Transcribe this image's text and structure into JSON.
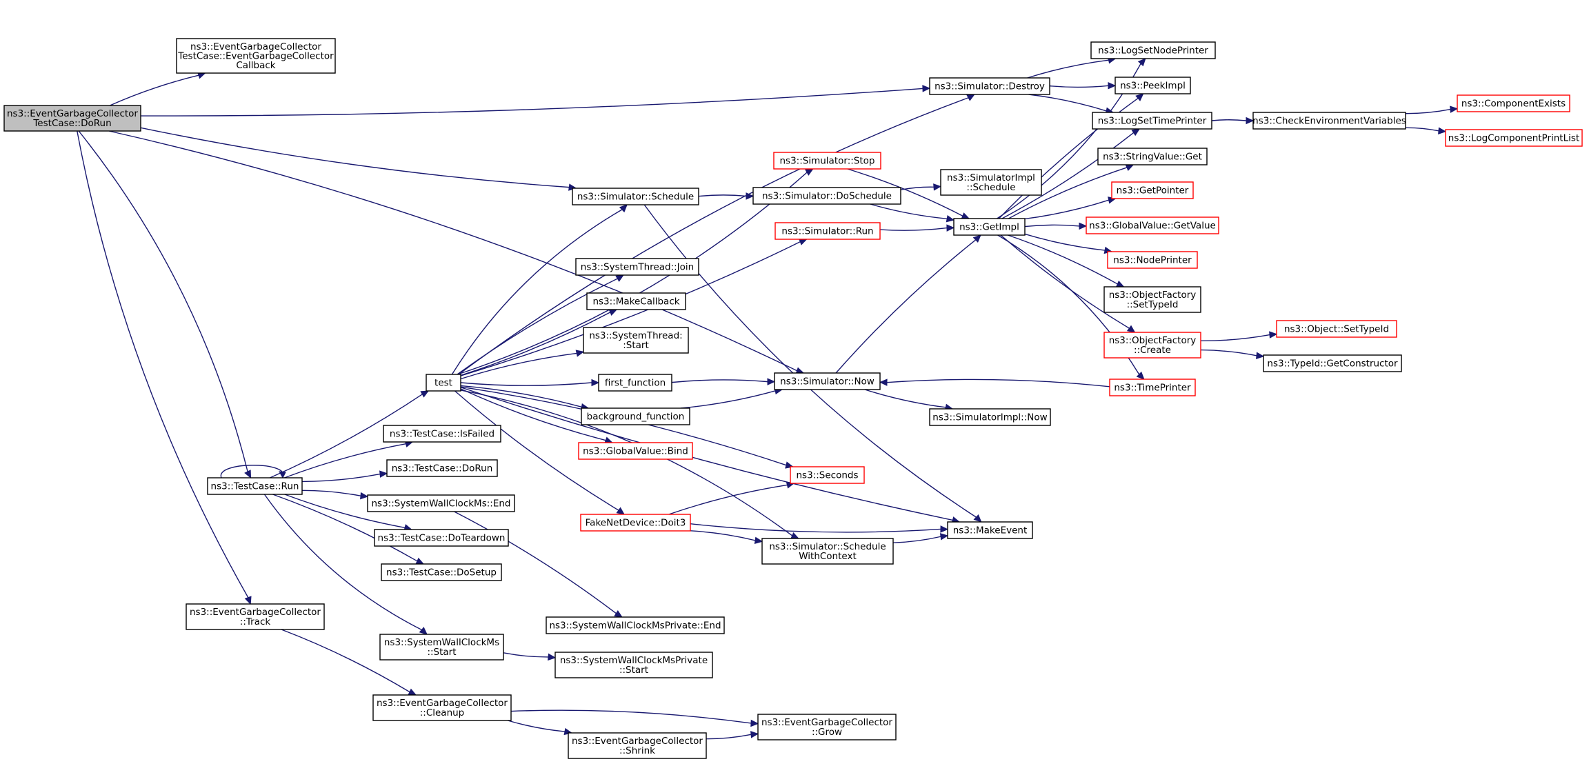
{
  "graph": {
    "colors": {
      "edge": "#191970",
      "node_border": "#000000",
      "node_border_incomplete": "#ff0000",
      "root_fill": "#bfbfbf",
      "background": "#ffffff"
    },
    "nodes": [
      {
        "id": "dorun",
        "lines": [
          "ns3::EventGarbageCollector",
          "TestCase::DoRun"
        ],
        "style": "root"
      },
      {
        "id": "callback",
        "lines": [
          "ns3::EventGarbageCollector",
          "TestCase::EventGarbageCollector",
          "Callback"
        ],
        "style": "normal"
      },
      {
        "id": "tc_run",
        "lines": [
          "ns3::TestCase::Run"
        ],
        "style": "normal"
      },
      {
        "id": "egc_track",
        "lines": [
          "ns3::EventGarbageCollector",
          "::Track"
        ],
        "style": "normal"
      },
      {
        "id": "test",
        "lines": [
          "test"
        ],
        "style": "normal"
      },
      {
        "id": "tc_isfailed",
        "lines": [
          "ns3::TestCase::IsFailed"
        ],
        "style": "normal"
      },
      {
        "id": "tc_dorun",
        "lines": [
          "ns3::TestCase::DoRun"
        ],
        "style": "normal"
      },
      {
        "id": "swc_end",
        "lines": [
          "ns3::SystemWallClockMs::End"
        ],
        "style": "normal"
      },
      {
        "id": "tc_teardown",
        "lines": [
          "ns3::TestCase::DoTeardown"
        ],
        "style": "normal"
      },
      {
        "id": "tc_setup",
        "lines": [
          "ns3::TestCase::DoSetup"
        ],
        "style": "normal"
      },
      {
        "id": "swc_start",
        "lines": [
          "ns3::SystemWallClockMs",
          "::Start"
        ],
        "style": "normal"
      },
      {
        "id": "egc_cleanup",
        "lines": [
          "ns3::EventGarbageCollector",
          "::Cleanup"
        ],
        "style": "normal"
      },
      {
        "id": "egc_shrink",
        "lines": [
          "ns3::EventGarbageCollector",
          "::Shrink"
        ],
        "style": "normal"
      },
      {
        "id": "egc_grow",
        "lines": [
          "ns3::EventGarbageCollector",
          "::Grow"
        ],
        "style": "normal"
      },
      {
        "id": "swcp_end",
        "lines": [
          "ns3::SystemWallClockMsPrivate::End"
        ],
        "style": "normal"
      },
      {
        "id": "swcp_start",
        "lines": [
          "ns3::SystemWallClockMsPrivate",
          "::Start"
        ],
        "style": "normal"
      },
      {
        "id": "sim_schedule",
        "lines": [
          "ns3::Simulator::Schedule"
        ],
        "style": "normal"
      },
      {
        "id": "st_join",
        "lines": [
          "ns3::SystemThread::Join"
        ],
        "style": "normal"
      },
      {
        "id": "makecallback",
        "lines": [
          "ns3::MakeCallback"
        ],
        "style": "normal"
      },
      {
        "id": "st_start",
        "lines": [
          "ns3::SystemThread:",
          ":Start"
        ],
        "style": "normal"
      },
      {
        "id": "first_fn",
        "lines": [
          "first_function"
        ],
        "style": "normal"
      },
      {
        "id": "bg_fn",
        "lines": [
          "background_function"
        ],
        "style": "normal"
      },
      {
        "id": "gv_bind",
        "lines": [
          "ns3::GlobalValue::Bind"
        ],
        "style": "red"
      },
      {
        "id": "fnd_doit3",
        "lines": [
          "FakeNetDevice::Doit3"
        ],
        "style": "red"
      },
      {
        "id": "sim_stop",
        "lines": [
          "ns3::Simulator::Stop"
        ],
        "style": "red"
      },
      {
        "id": "sim_run",
        "lines": [
          "ns3::Simulator::Run"
        ],
        "style": "red"
      },
      {
        "id": "sim_doschedule",
        "lines": [
          "ns3::Simulator::DoSchedule"
        ],
        "style": "normal"
      },
      {
        "id": "sim_now",
        "lines": [
          "ns3::Simulator::Now"
        ],
        "style": "normal"
      },
      {
        "id": "seconds",
        "lines": [
          "ns3::Seconds"
        ],
        "style": "red"
      },
      {
        "id": "sim_swc",
        "lines": [
          "ns3::Simulator::Schedule",
          "WithContext"
        ],
        "style": "normal"
      },
      {
        "id": "sim_destroy",
        "lines": [
          "ns3::Simulator::Destroy"
        ],
        "style": "normal"
      },
      {
        "id": "simimpl_schedule",
        "lines": [
          "ns3::SimulatorImpl",
          "::Schedule"
        ],
        "style": "normal"
      },
      {
        "id": "getimpl",
        "lines": [
          "ns3::GetImpl"
        ],
        "style": "normal"
      },
      {
        "id": "simimpl_now",
        "lines": [
          "ns3::SimulatorImpl::Now"
        ],
        "style": "normal"
      },
      {
        "id": "makeevent",
        "lines": [
          "ns3::MakeEvent"
        ],
        "style": "normal"
      },
      {
        "id": "logsetnodeprinter",
        "lines": [
          "ns3::LogSetNodePrinter"
        ],
        "style": "normal"
      },
      {
        "id": "peekimpl",
        "lines": [
          "ns3::PeekImpl"
        ],
        "style": "normal"
      },
      {
        "id": "logsettimeprinter",
        "lines": [
          "ns3::LogSetTimePrinter"
        ],
        "style": "normal"
      },
      {
        "id": "stringvalue_get",
        "lines": [
          "ns3::StringValue::Get"
        ],
        "style": "normal"
      },
      {
        "id": "getpointer",
        "lines": [
          "ns3::GetPointer"
        ],
        "style": "red"
      },
      {
        "id": "gv_getvalue",
        "lines": [
          "ns3::GlobalValue::GetValue"
        ],
        "style": "red"
      },
      {
        "id": "nodeprinter",
        "lines": [
          "ns3::NodePrinter"
        ],
        "style": "red"
      },
      {
        "id": "of_settypeid",
        "lines": [
          "ns3::ObjectFactory",
          "::SetTypeId"
        ],
        "style": "normal"
      },
      {
        "id": "of_create",
        "lines": [
          "ns3::ObjectFactory",
          "::Create"
        ],
        "style": "red"
      },
      {
        "id": "timeprinter",
        "lines": [
          "ns3::TimePrinter"
        ],
        "style": "red"
      },
      {
        "id": "checkenv",
        "lines": [
          "ns3::CheckEnvironmentVariables"
        ],
        "style": "normal"
      },
      {
        "id": "compexists",
        "lines": [
          "ns3::ComponentExists"
        ],
        "style": "red"
      },
      {
        "id": "logcomplist",
        "lines": [
          "ns3::LogComponentPrintList"
        ],
        "style": "red"
      },
      {
        "id": "obj_settypeid",
        "lines": [
          "ns3::Object::SetTypeId"
        ],
        "style": "red"
      },
      {
        "id": "typeid_getctor",
        "lines": [
          "ns3::TypeId::GetConstructor"
        ],
        "style": "normal"
      }
    ],
    "edges": [
      [
        "dorun",
        "callback"
      ],
      [
        "dorun",
        "sim_destroy"
      ],
      [
        "dorun",
        "sim_now"
      ],
      [
        "dorun",
        "sim_schedule"
      ],
      [
        "dorun",
        "tc_run"
      ],
      [
        "dorun",
        "egc_track"
      ],
      [
        "tc_run",
        "tc_run"
      ],
      [
        "tc_run",
        "test"
      ],
      [
        "tc_run",
        "tc_isfailed"
      ],
      [
        "tc_run",
        "tc_dorun"
      ],
      [
        "tc_run",
        "swc_end"
      ],
      [
        "tc_run",
        "tc_teardown"
      ],
      [
        "tc_run",
        "tc_setup"
      ],
      [
        "tc_run",
        "swc_start"
      ],
      [
        "egc_track",
        "egc_cleanup"
      ],
      [
        "egc_cleanup",
        "egc_shrink"
      ],
      [
        "egc_cleanup",
        "egc_grow"
      ],
      [
        "egc_shrink",
        "egc_grow"
      ],
      [
        "swc_end",
        "swcp_end"
      ],
      [
        "swc_start",
        "swcp_start"
      ],
      [
        "test",
        "sim_destroy"
      ],
      [
        "test",
        "sim_stop"
      ],
      [
        "test",
        "sim_schedule"
      ],
      [
        "test",
        "sim_run"
      ],
      [
        "test",
        "st_join"
      ],
      [
        "test",
        "makecallback"
      ],
      [
        "test",
        "st_start"
      ],
      [
        "test",
        "first_fn"
      ],
      [
        "test",
        "bg_fn"
      ],
      [
        "test",
        "gv_bind"
      ],
      [
        "test",
        "seconds"
      ],
      [
        "test",
        "fnd_doit3"
      ],
      [
        "test",
        "sim_swc"
      ],
      [
        "test",
        "makeevent"
      ],
      [
        "sim_schedule",
        "sim_doschedule"
      ],
      [
        "sim_schedule",
        "makeevent"
      ],
      [
        "sim_doschedule",
        "simimpl_schedule"
      ],
      [
        "sim_doschedule",
        "getimpl"
      ],
      [
        "sim_stop",
        "getimpl"
      ],
      [
        "sim_run",
        "getimpl"
      ],
      [
        "first_fn",
        "sim_now"
      ],
      [
        "bg_fn",
        "sim_now"
      ],
      [
        "sim_now",
        "getimpl"
      ],
      [
        "sim_now",
        "simimpl_now"
      ],
      [
        "fnd_doit3",
        "seconds"
      ],
      [
        "fnd_doit3",
        "makeevent"
      ],
      [
        "fnd_doit3",
        "sim_swc"
      ],
      [
        "sim_swc",
        "makeevent"
      ],
      [
        "sim_destroy",
        "logsetnodeprinter"
      ],
      [
        "sim_destroy",
        "peekimpl"
      ],
      [
        "sim_destroy",
        "logsettimeprinter"
      ],
      [
        "getimpl",
        "logsetnodeprinter"
      ],
      [
        "getimpl",
        "peekimpl"
      ],
      [
        "getimpl",
        "logsettimeprinter"
      ],
      [
        "getimpl",
        "stringvalue_get"
      ],
      [
        "getimpl",
        "getpointer"
      ],
      [
        "getimpl",
        "gv_getvalue"
      ],
      [
        "getimpl",
        "nodeprinter"
      ],
      [
        "getimpl",
        "of_settypeid"
      ],
      [
        "getimpl",
        "of_create"
      ],
      [
        "getimpl",
        "timeprinter"
      ],
      [
        "timeprinter",
        "sim_now"
      ],
      [
        "logsettimeprinter",
        "checkenv"
      ],
      [
        "checkenv",
        "compexists"
      ],
      [
        "checkenv",
        "logcomplist"
      ],
      [
        "of_create",
        "obj_settypeid"
      ],
      [
        "of_create",
        "typeid_getctor"
      ]
    ]
  }
}
